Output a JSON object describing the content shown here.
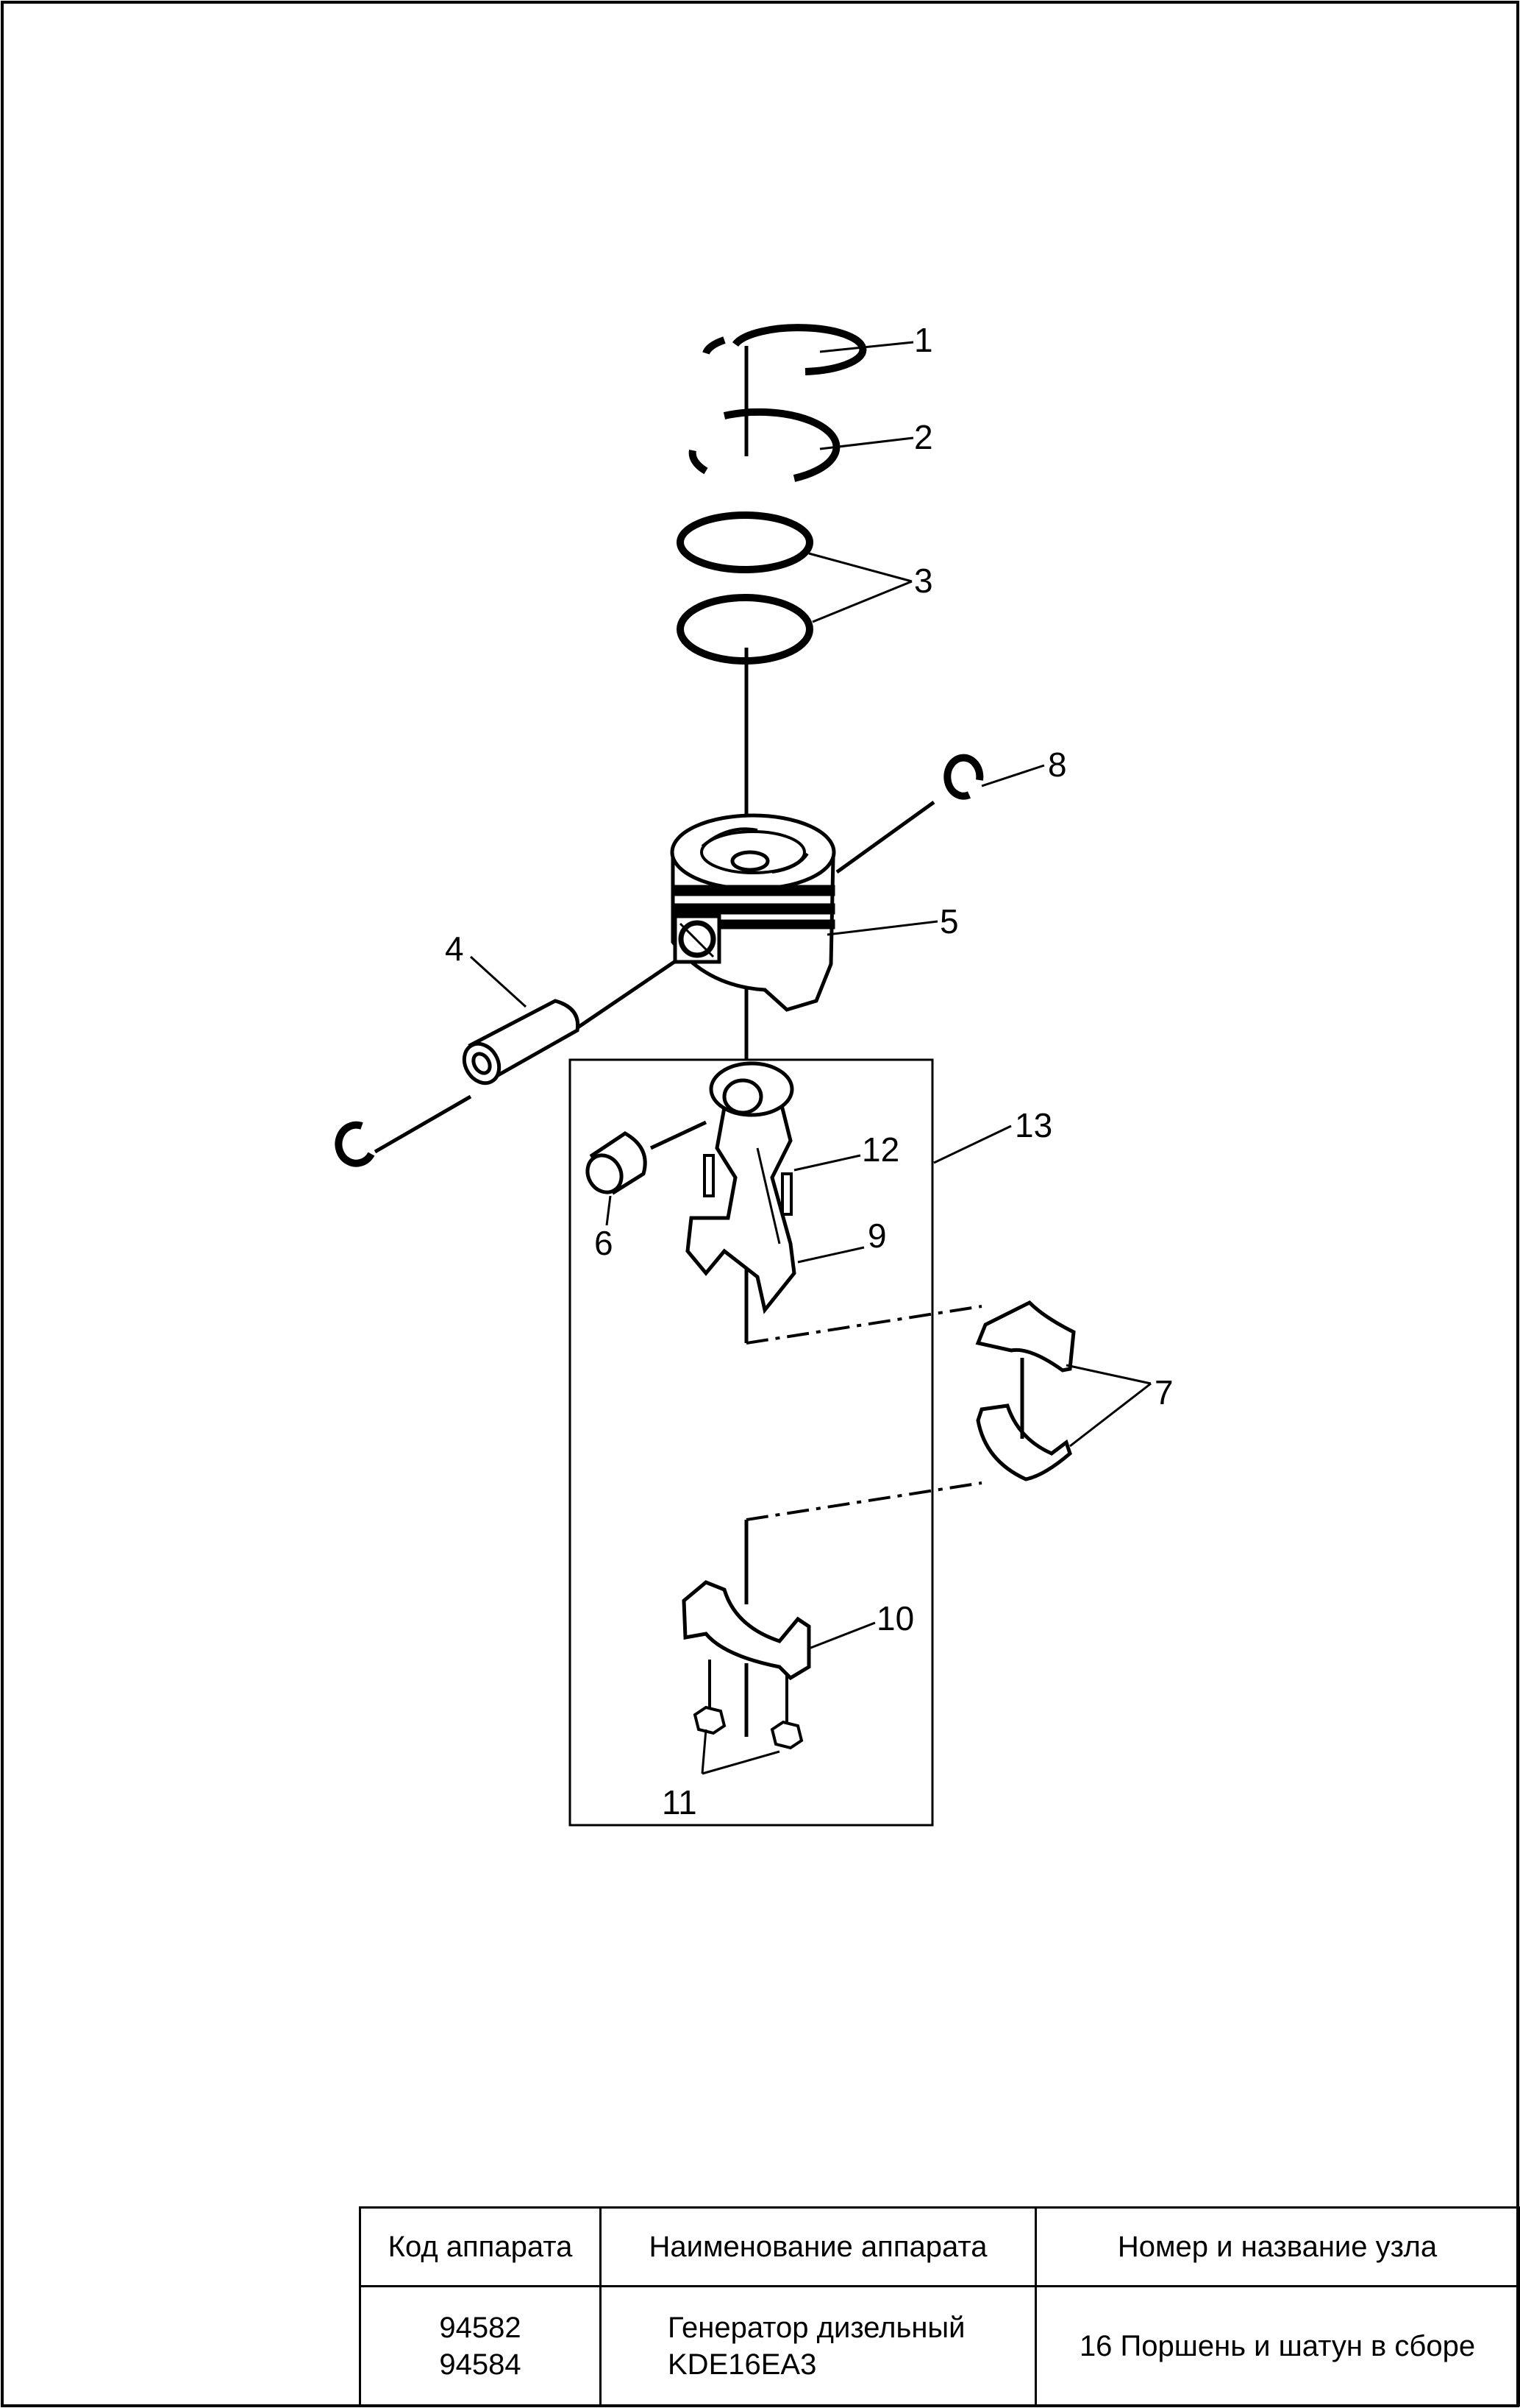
{
  "callouts": {
    "c1": "1",
    "c2": "2",
    "c3": "3",
    "c4": "4",
    "c5": "5",
    "c6": "6",
    "c7": "7",
    "c8": "8",
    "c9": "9",
    "c10": "10",
    "c11": "11",
    "c12": "12",
    "c13": "13"
  },
  "table": {
    "headers": {
      "code": "Код аппарата",
      "name": "Наименование аппарата",
      "unit": "Номер и название узла"
    },
    "row": {
      "code_1": "94582",
      "code_2": "94584",
      "name_1": "Генератор дизельный",
      "name_2": "KDE16EA3",
      "unit": "16 Поршень и шатун в сборе"
    }
  }
}
